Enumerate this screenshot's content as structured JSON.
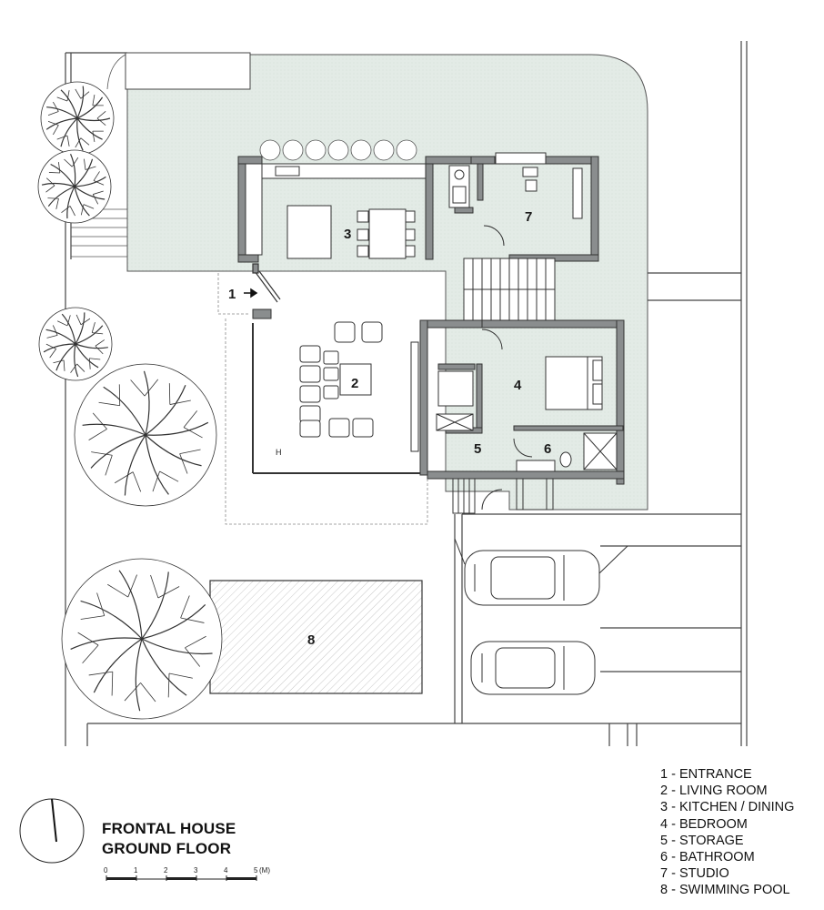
{
  "drawing": {
    "title_line1": "FRONTAL HOUSE",
    "title_line2": "GROUND FLOOR"
  },
  "rooms": [
    {
      "num": "1",
      "label": "ENTRANCE"
    },
    {
      "num": "2",
      "label": "LIVING ROOM"
    },
    {
      "num": "3",
      "label": "KITCHEN / DINING"
    },
    {
      "num": "4",
      "label": "BEDROOM"
    },
    {
      "num": "5",
      "label": "STORAGE"
    },
    {
      "num": "6",
      "label": "BATHROOM"
    },
    {
      "num": "7",
      "label": "STUDIO"
    },
    {
      "num": "8",
      "label": "SWIMMING POOL"
    }
  ],
  "legend": [
    "1 - ENTRANCE",
    "2 - LIVING ROOM",
    "3 - KITCHEN / DINING",
    "4 - BEDROOM",
    "5 - STORAGE",
    "6 - BATHROOM",
    "7 - STUDIO",
    "8 - SWIMMING POOL"
  ],
  "scale": {
    "ticks": [
      "0",
      "1",
      "2",
      "3",
      "4",
      "5"
    ],
    "unit": "(M)"
  },
  "icons": {
    "entrance_arrow": "arrow-right-icon",
    "north": "north-arrow-icon"
  },
  "colors": {
    "line": "#333333",
    "wall": "#8a8d8e",
    "garden": "#e6ede8",
    "pool": "#f1f1f1"
  }
}
